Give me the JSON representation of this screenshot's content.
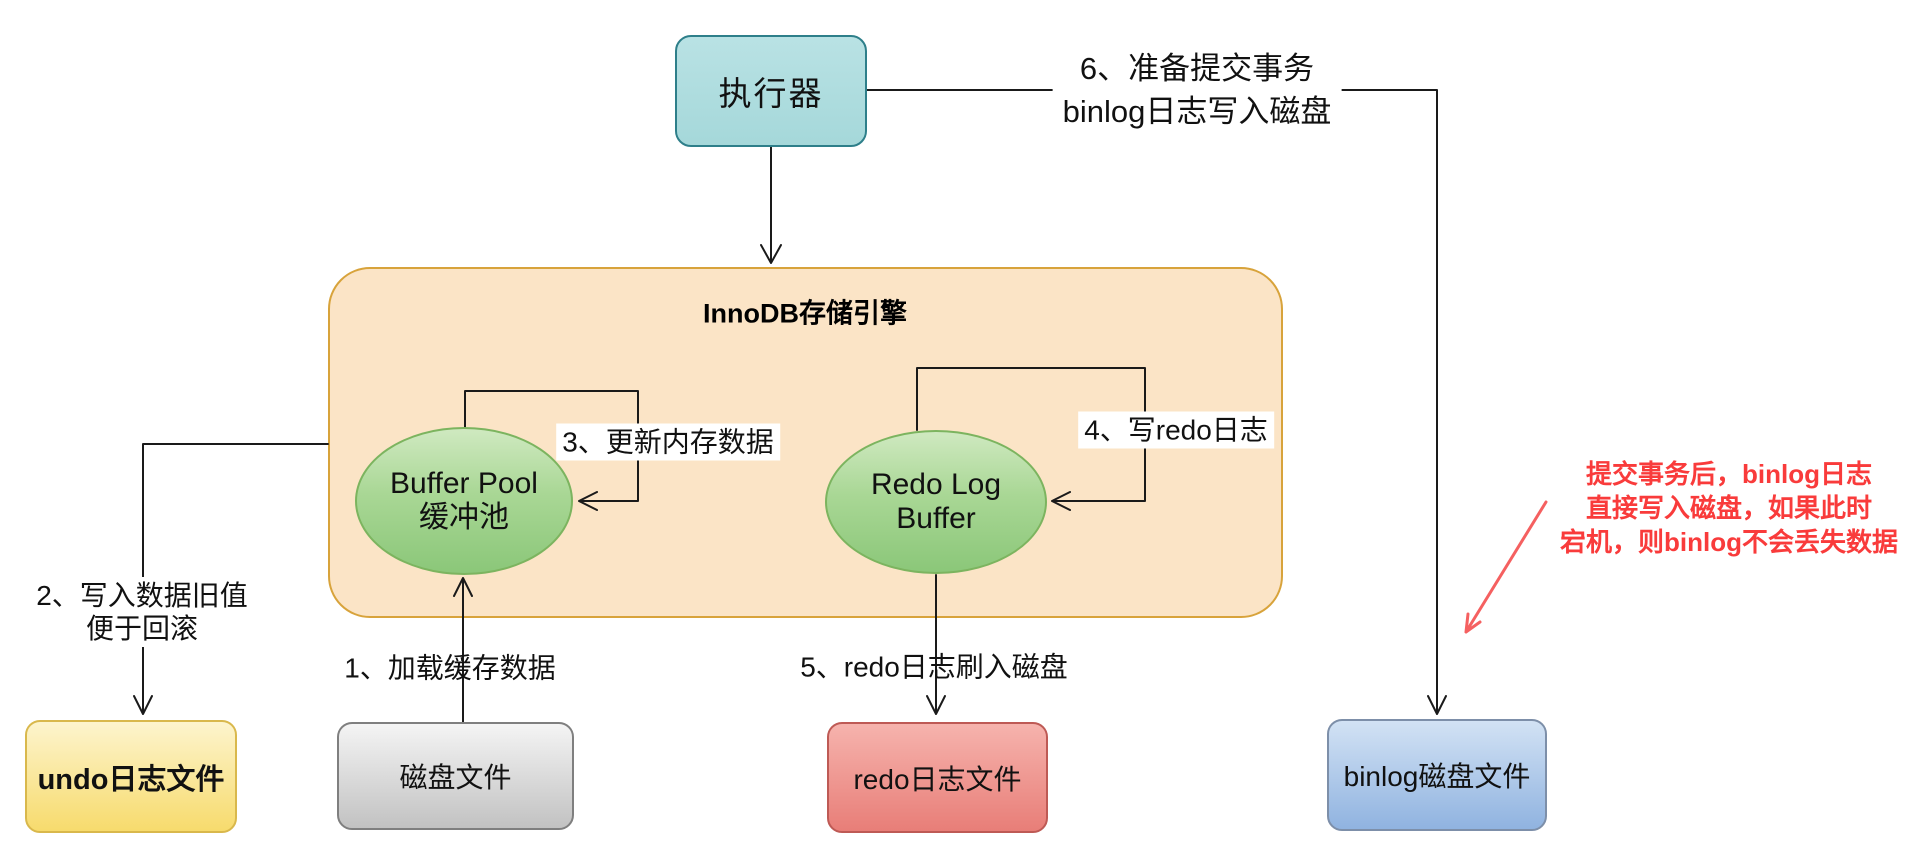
{
  "diagram": {
    "executor": {
      "label": "执行器"
    },
    "innodb": {
      "title": "InnoDB存储引擎"
    },
    "buffer_pool": {
      "line1": "Buffer Pool",
      "line2": "缓冲池"
    },
    "redo_log_buffer": {
      "line1": "Redo Log",
      "line2": "Buffer"
    },
    "files": {
      "undo": "undo日志文件",
      "disk": "磁盘文件",
      "redo": "redo日志文件",
      "binlog": "binlog磁盘文件"
    },
    "steps": {
      "step1": "1、加载缓存数据",
      "step2_line1": "2、写入数据旧值",
      "step2_line2": "便于回滚",
      "step3": "3、更新内存数据",
      "step4": "4、写redo日志",
      "step5": "5、redo日志刷入磁盘",
      "step6_line1": "6、准备提交事务",
      "step6_line2": "binlog日志写入磁盘"
    },
    "annotation": {
      "line1": "提交事务后，binlog日志",
      "line2": "直接写入磁盘，如果此时",
      "line3": "宕机，则binlog不会丢失数据"
    },
    "colors": {
      "executor_fill": "#a5d8da",
      "executor_border": "#2e7f8a",
      "innodb_fill": "#fbe4c6",
      "innodb_border": "#d8a33b",
      "ellipse_fill": "#8bc779",
      "ellipse_border": "#7cb45f",
      "undo_fill": "#f7db6d",
      "undo_border": "#d9b84c",
      "disk_fill": "#c2c2c2",
      "disk_border": "#7f7f7f",
      "redo_fill": "#e87e78",
      "redo_border": "#be5a55",
      "binlog_fill": "#90b3e0",
      "binlog_border": "#7d8fa9",
      "connector": "#1a1a1a",
      "annotation_red": "#f93b3b",
      "annotation_arrow_red": "#f56060"
    }
  }
}
